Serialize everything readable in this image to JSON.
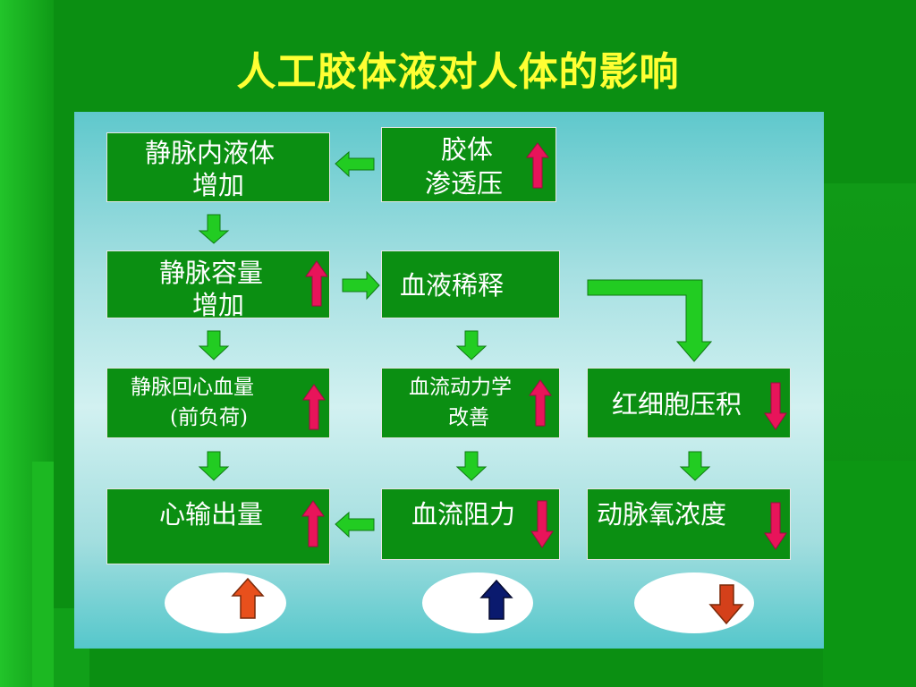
{
  "title": "人工胶体液对人体的影响",
  "boxes": {
    "venous_fluid": {
      "line1": "静脉内液体",
      "line2": "增加"
    },
    "colloid_pressure": {
      "line1": "胶体",
      "line2": "渗透压"
    },
    "venous_volume": {
      "line1": "静脉容量",
      "line2": "增加"
    },
    "blood_dilution": {
      "line1": "血液稀释"
    },
    "venous_return": {
      "line1": "静脉回心血量",
      "line2": "(前负荷)"
    },
    "hemodynamics": {
      "line1": "血流动力学",
      "line2": "改善"
    },
    "hematocrit": {
      "line1": "红细胞压积"
    },
    "cardiac_output": {
      "line1": "心输出量"
    },
    "blood_resistance": {
      "line1": "血流阻力"
    },
    "arterial_oxygen": {
      "line1": "动脉氧浓度"
    }
  },
  "indicators": {
    "colloid_pressure": "up",
    "venous_volume": "up",
    "venous_return": "up",
    "hemodynamics": "up",
    "hematocrit": "down",
    "cardiac_output": "up",
    "blood_resistance": "down",
    "arterial_oxygen": "down"
  },
  "summary": [
    {
      "direction": "up",
      "color": "#e8501c"
    },
    {
      "direction": "up",
      "color": "#0a1a6e"
    },
    {
      "direction": "down",
      "color": "#d4401a"
    }
  ],
  "colors": {
    "background": "#0b8f12",
    "title": "#ffff33",
    "box": "#0b8f12",
    "flow_arrow": "#22cc22",
    "indicator_arrow": "#e8145a"
  }
}
